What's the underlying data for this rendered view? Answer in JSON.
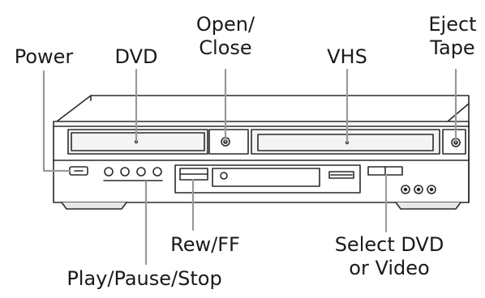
{
  "labels": {
    "power": "Power",
    "dvd": "DVD",
    "open_close": [
      "Open/",
      "Close"
    ],
    "vhs": "VHS",
    "eject_tape": [
      "Eject",
      "Tape"
    ],
    "rew_ff": "Rew/FF",
    "select_dvd_video": [
      "Select DVD",
      "or Video"
    ],
    "play_pause_stop": "Play/Pause/Stop"
  },
  "colors": {
    "line": "#2a2a2a",
    "panel": "#f4f4f4",
    "body": "#ffffff"
  }
}
